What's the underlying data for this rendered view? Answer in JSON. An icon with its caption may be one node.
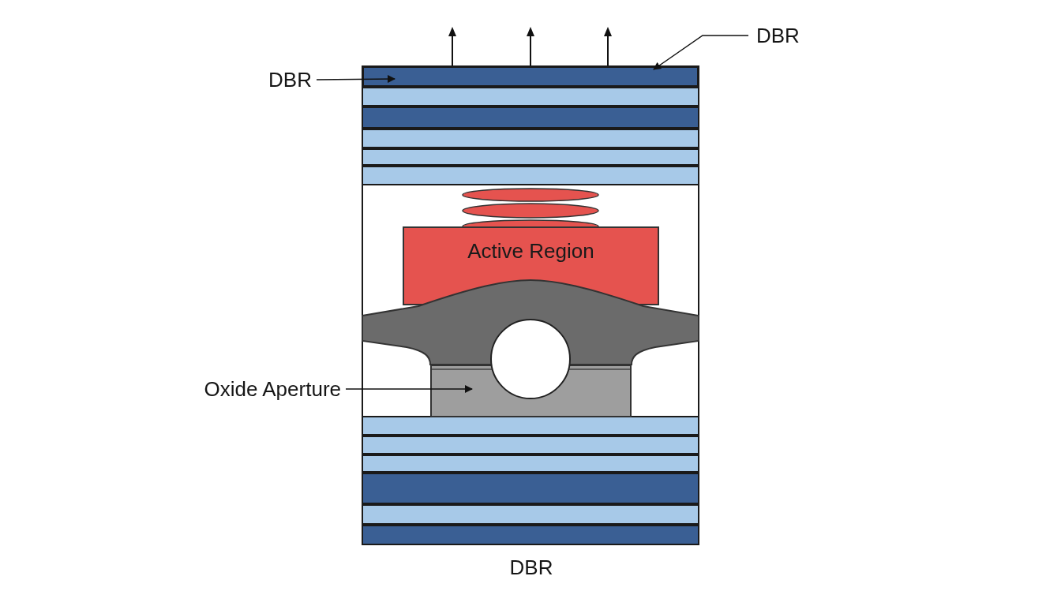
{
  "diagram": {
    "nodes": [
      {
        "text": [
          "DBR"
        ]
      },
      {
        "text": [
          "DBR"
        ]
      },
      {
        "text": [],
        "shape": "bar"
      },
      {
        "text": [
          "Active Region"
        ]
      },
      {
        "text": [
          "Oxide Aperture"
        ]
      },
      {
        "text": [],
        "shape": "box"
      }
    ],
    "edges": [
      {
        "from": 0,
        "to": 2,
        "arrow": "to"
      },
      {
        "from": 1,
        "to": 2,
        "arrow": "to"
      },
      {
        "from": 4,
        "to": 5,
        "arrow": "to"
      }
    ],
    "labels": [
      "DBR"
    ]
  }
}
